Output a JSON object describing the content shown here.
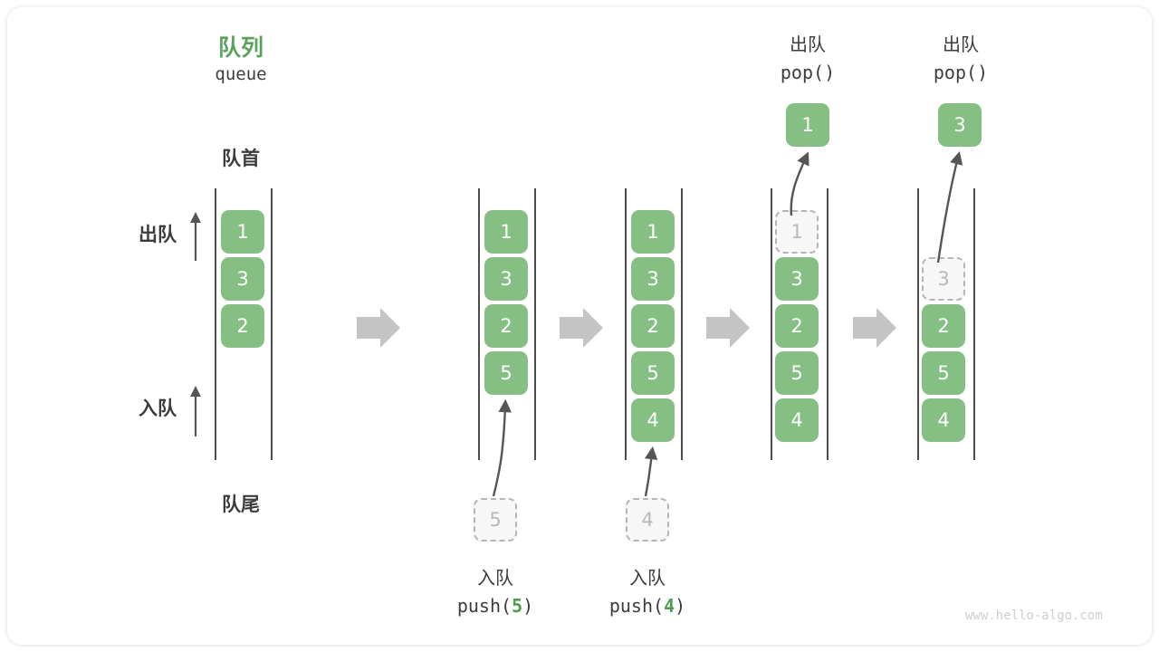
{
  "title": {
    "zh": "队列",
    "en": "queue",
    "color": "#5ba35b"
  },
  "labels": {
    "front": "队首",
    "rear": "队尾",
    "dequeue": "出队",
    "enqueue": "入队"
  },
  "colors": {
    "cell_fill": "#85bf83",
    "cell_text": "#ffffff",
    "ghost_fill": "#f7f7f7",
    "ghost_border": "#b5b5b5",
    "ghost_text": "#b9b9b9",
    "rail": "#4c4c4c",
    "arrow_gray": "#c4c4c4",
    "arrow_dark": "#555555",
    "text": "#3c3c3c",
    "accent": "#4e9c4e"
  },
  "columns": [
    {
      "id": "col-initial",
      "cells": [
        {
          "value": "1",
          "state": "filled"
        },
        {
          "value": "3",
          "state": "filled"
        },
        {
          "value": "2",
          "state": "filled"
        }
      ]
    },
    {
      "id": "col-after-push-5",
      "cells": [
        {
          "value": "1",
          "state": "filled"
        },
        {
          "value": "3",
          "state": "filled"
        },
        {
          "value": "2",
          "state": "filled"
        },
        {
          "value": "5",
          "state": "filled"
        }
      ],
      "incoming": {
        "value": "5",
        "state": "ghost"
      },
      "operation": {
        "zh": "入队",
        "code_prefix": "push(",
        "arg": "5",
        "code_suffix": ")"
      }
    },
    {
      "id": "col-after-push-4",
      "cells": [
        {
          "value": "1",
          "state": "filled"
        },
        {
          "value": "3",
          "state": "filled"
        },
        {
          "value": "2",
          "state": "filled"
        },
        {
          "value": "5",
          "state": "filled"
        },
        {
          "value": "4",
          "state": "filled"
        }
      ],
      "incoming": {
        "value": "4",
        "state": "ghost"
      },
      "operation": {
        "zh": "入队",
        "code_prefix": "push(",
        "arg": "4",
        "code_suffix": ")"
      }
    },
    {
      "id": "col-after-pop-1",
      "cells": [
        {
          "value": "1",
          "state": "ghost"
        },
        {
          "value": "3",
          "state": "filled"
        },
        {
          "value": "2",
          "state": "filled"
        },
        {
          "value": "5",
          "state": "filled"
        },
        {
          "value": "4",
          "state": "filled"
        }
      ],
      "popped": {
        "value": "1",
        "state": "filled"
      },
      "operation": {
        "zh": "出队",
        "code_prefix": "pop(",
        "arg": "",
        "code_suffix": ")"
      }
    },
    {
      "id": "col-after-pop-3",
      "cells": [
        {
          "value": "",
          "state": "empty"
        },
        {
          "value": "3",
          "state": "ghost"
        },
        {
          "value": "2",
          "state": "filled"
        },
        {
          "value": "5",
          "state": "filled"
        },
        {
          "value": "4",
          "state": "filled"
        }
      ],
      "popped": {
        "value": "3",
        "state": "filled"
      },
      "operation": {
        "zh": "出队",
        "code_prefix": "pop(",
        "arg": "",
        "code_suffix": ")"
      }
    }
  ],
  "step_arrows": 4,
  "watermark": "www.hello-algo.com"
}
